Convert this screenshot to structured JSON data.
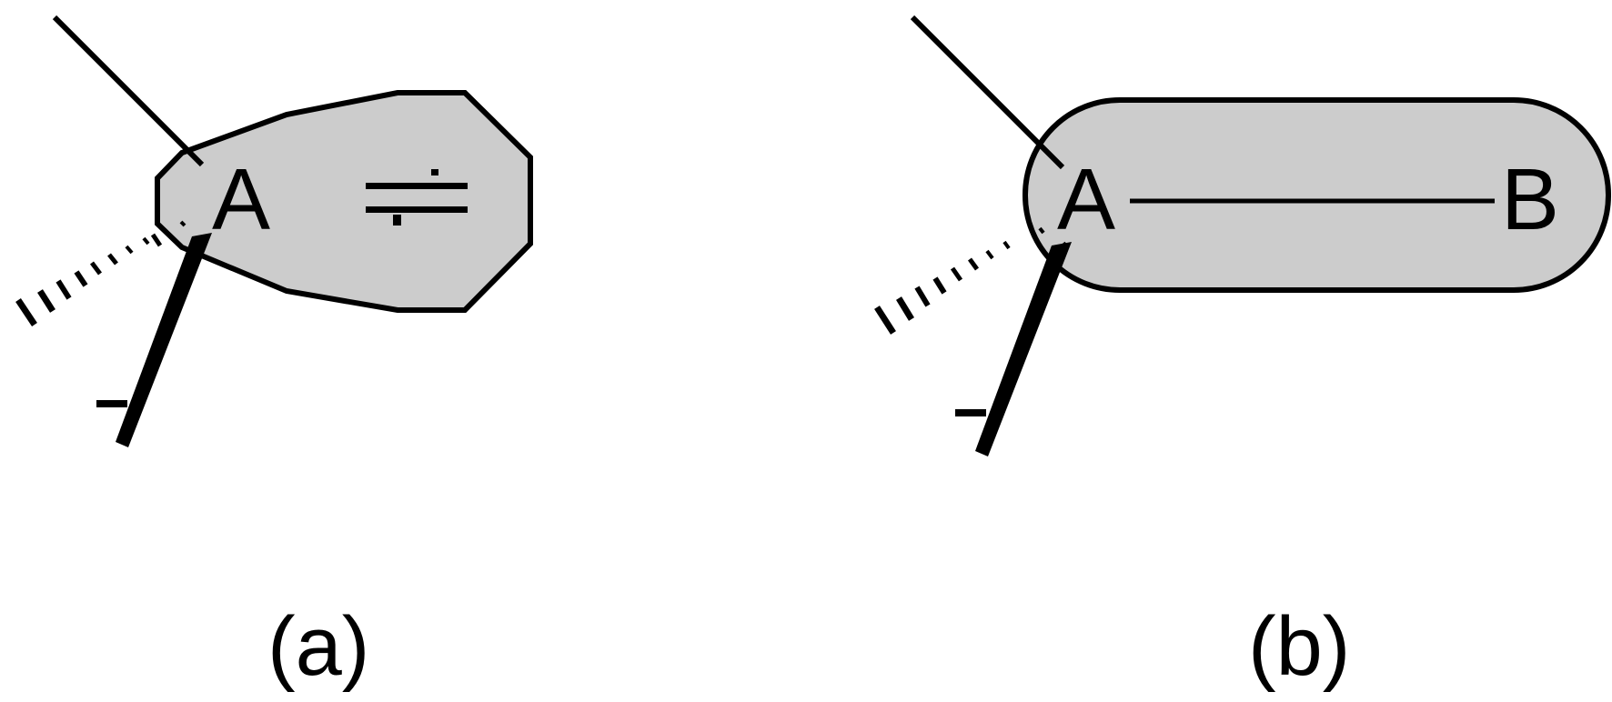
{
  "panels": [
    {
      "caption": "(a)",
      "atom_label": "A",
      "bond_symbol": "≑",
      "shape": "octagonal-lobe",
      "fill_color": "#cccccc",
      "stroke_color": "#000000"
    },
    {
      "caption": "(b)",
      "atom_label": "A",
      "partner_label": "B",
      "shape": "capsule",
      "fill_color": "#cccccc",
      "stroke_color": "#000000"
    }
  ]
}
